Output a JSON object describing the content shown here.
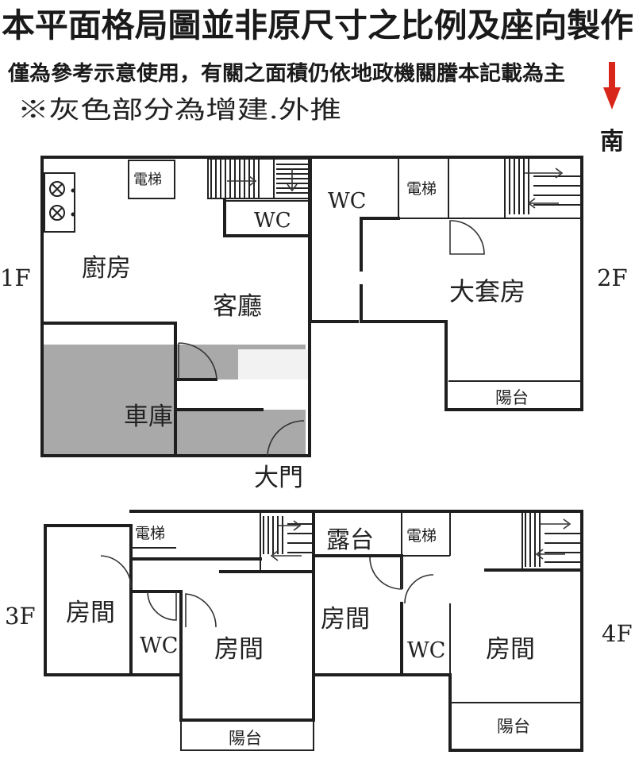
{
  "header": {
    "title": "本平面格局圖並非原尺寸之比例及座向製作",
    "subtitle": "僅為參考示意使用，有關之面積仍依地政機關謄本記載為主",
    "note": "※灰色部分為增建.外推"
  },
  "compass": {
    "label": "南",
    "color": "#d8261a"
  },
  "floors": {
    "f1": {
      "label": "1F",
      "rooms": {
        "elevator": "電梯",
        "wc": "WC",
        "kitchen": "廚房",
        "living": "客廳",
        "garage": "車庫",
        "gate": "大門"
      },
      "icons": [
        "stove-icon",
        "stairs-icon",
        "door-swing-icon"
      ]
    },
    "f2": {
      "label": "2F",
      "rooms": {
        "wc": "WC",
        "elevator": "電梯",
        "suite": "大套房",
        "balcony": "陽台"
      }
    },
    "f3": {
      "label": "3F",
      "rooms": {
        "elevator": "電梯",
        "room_left": "房間",
        "wc": "WC",
        "room_main": "房間",
        "balcony": "陽台"
      }
    },
    "f4": {
      "label": "4F",
      "rooms": {
        "terrace": "露台",
        "elevator": "電梯",
        "room_left": "房間",
        "wc": "WC",
        "room_main": "房間",
        "balcony": "陽台"
      }
    }
  },
  "colors": {
    "extension_gray": "#a9a9a9",
    "wall": "#1e1e1e"
  }
}
